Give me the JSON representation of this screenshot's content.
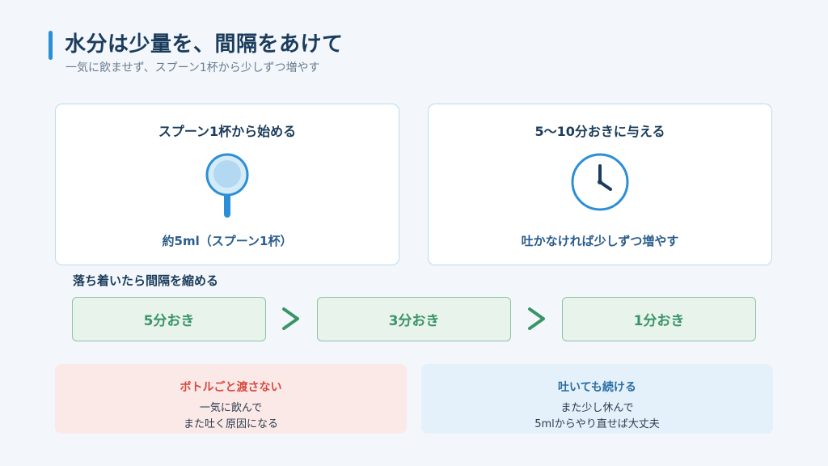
{
  "header": {
    "title": "水分は少量を、間隔をあけて",
    "subtitle": "一気に飲ませず、スプーン1杯から少しずつ増やす",
    "accent_color": "#2a8fd6"
  },
  "cards": [
    {
      "title": "スプーン1杯から始める",
      "icon": "spoon-icon",
      "caption": "約5ml（スプーン1杯）"
    },
    {
      "title": "5〜10分おきに与える",
      "icon": "clock-icon",
      "caption": "吐かなければ少しずつ増やす"
    }
  ],
  "interval": {
    "heading": "落ち着いたら間隔を縮める",
    "steps": [
      "5分おき",
      "3分おき",
      "1分おき"
    ],
    "arrow_icon": "chevron-right-icon",
    "color": "#3a9467"
  },
  "notes": {
    "warning": {
      "title": "ボトルごと渡さない",
      "lines": [
        "一気に飲んで",
        "また吐く原因になる"
      ],
      "color": "#d8493f"
    },
    "tip": {
      "title": "吐いても続ける",
      "lines": [
        "また少し休んで",
        "5mlからやり直せば大丈夫"
      ],
      "color": "#2a6fa6"
    }
  }
}
